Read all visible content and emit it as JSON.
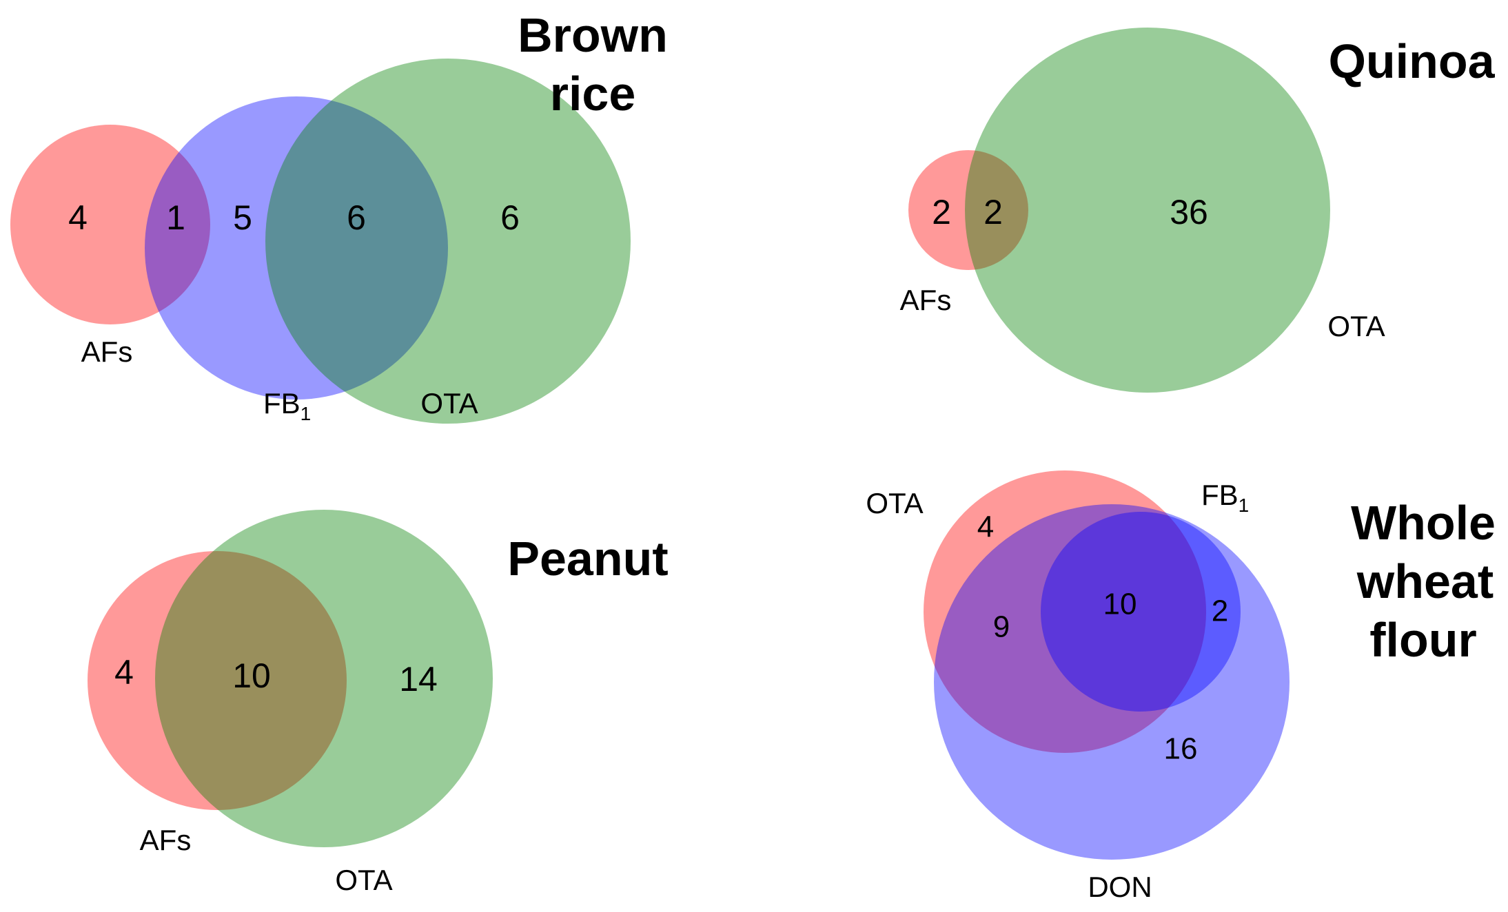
{
  "diagrams": {
    "brown_rice": {
      "title_line1": "Brown",
      "title_line2": "rice",
      "sets": {
        "afs": "AFs",
        "fb1_main": "FB",
        "fb1_sub": "1",
        "ota": "OTA"
      },
      "regions": {
        "afs_only": "4",
        "afs_fb1": "1",
        "fb1_only": "5",
        "fb1_ota": "6",
        "ota_only": "6"
      }
    },
    "quinoa": {
      "title": "Quinoa",
      "sets": {
        "afs": "AFs",
        "ota": "OTA"
      },
      "regions": {
        "afs_only": "2",
        "afs_ota": "2",
        "ota_only": "36"
      }
    },
    "peanut": {
      "title": "Peanut",
      "sets": {
        "afs": "AFs",
        "ota": "OTA"
      },
      "regions": {
        "afs_only": "4",
        "afs_ota": "10",
        "ota_only": "14"
      }
    },
    "whole_wheat_flour": {
      "title_line1": "Whole",
      "title_line2": "wheat",
      "title_line3": "flour",
      "sets": {
        "ota": "OTA",
        "fb1_main": "FB",
        "fb1_sub": "1",
        "don": "DON"
      },
      "regions": {
        "ota_only": "4",
        "ota_don": "9",
        "ota_fb1_don": "10",
        "fb1_don": "2",
        "don_only": "16"
      }
    }
  },
  "colors": {
    "afs_ota_red": "#ff0000",
    "fb1_don_blue": "#0000ff",
    "ota_green": "#008000"
  }
}
